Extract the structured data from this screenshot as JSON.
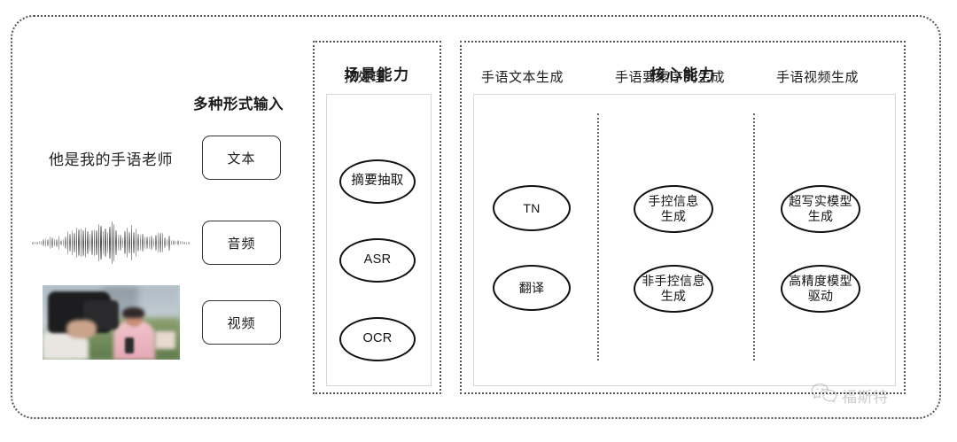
{
  "diagram": {
    "input": {
      "heading": "多种形式输入",
      "rows": [
        {
          "media_type": "text",
          "sample": "他是我的手语老师",
          "button_label": "文本",
          "icon": "text-sample"
        },
        {
          "media_type": "audio",
          "sample": "",
          "button_label": "音频",
          "icon": "audio-waveform-icon"
        },
        {
          "media_type": "video",
          "sample": "",
          "button_label": "视频",
          "icon": "video-thumbnail"
        }
      ]
    },
    "scene_panel": {
      "title": "场景能力",
      "group_heading": "预处理",
      "nodes": [
        "摘要抽取",
        "ASR",
        "OCR"
      ]
    },
    "core_panel": {
      "title": "核心能力",
      "columns": [
        {
          "heading": "手语文本生成",
          "nodes": [
            "TN",
            "翻译"
          ]
        },
        {
          "heading": "手语要素序列生成",
          "nodes": [
            "手控信息\n生成",
            "非手控信息\n生成"
          ]
        },
        {
          "heading": "手语视频生成",
          "nodes": [
            "超写实模型\n生成",
            "高精度模型\n驱动"
          ]
        }
      ]
    },
    "watermark": {
      "text": "福斯特",
      "icon": "wechat-icon"
    },
    "colors": {
      "border": "#555555",
      "node_stroke": "#111111",
      "text": "#1b1b1b",
      "inner_box": "#d7d7d7"
    }
  }
}
